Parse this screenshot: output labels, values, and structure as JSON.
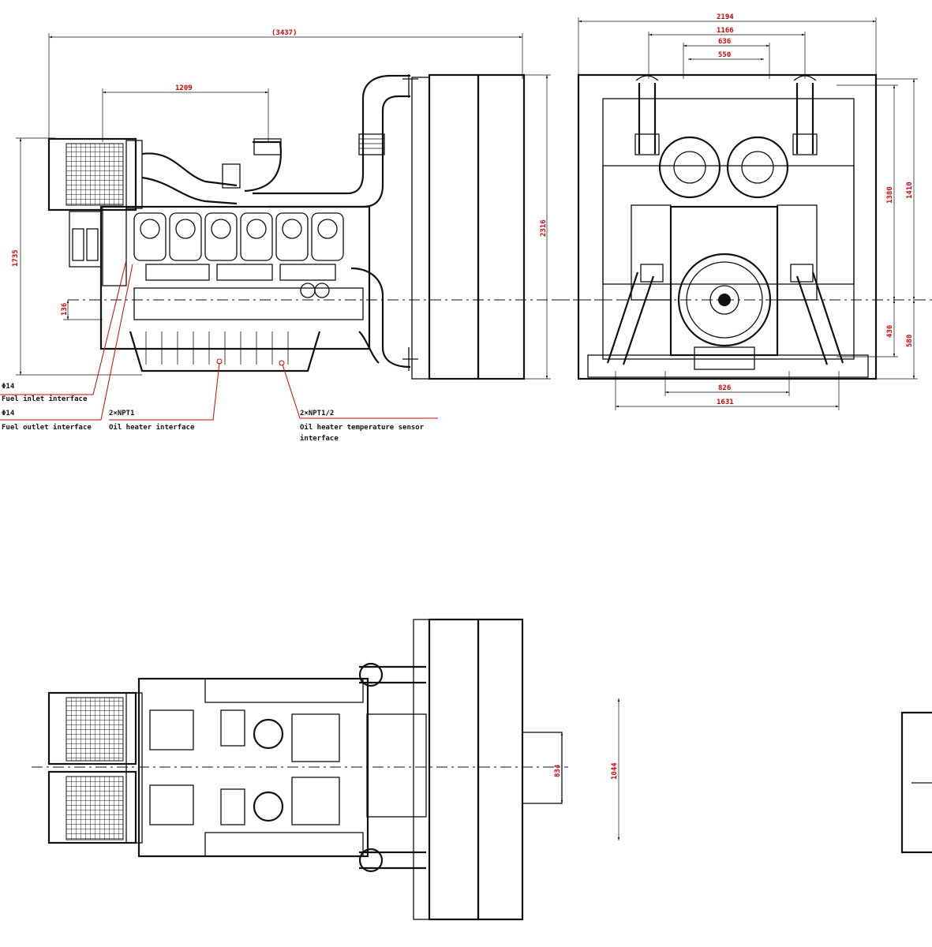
{
  "dimensions": {
    "side_length": "(3437)",
    "side_inner": "1209",
    "side_height": "1735",
    "side_height2": "2316",
    "side_low": "136",
    "front_width": "2194",
    "front_w1": "1166",
    "front_w2": "636",
    "front_w3": "550",
    "front_h1": "1380",
    "front_h2": "1410",
    "front_h3": "436",
    "front_h4": "580",
    "front_base1": "826",
    "front_base2": "1631",
    "top_w1": "834",
    "top_w2": "1044"
  },
  "callouts": {
    "fuel_inlet_size": "Φ14",
    "fuel_inlet": "Fuel inlet interface",
    "fuel_outlet_size": "Φ14",
    "fuel_outlet": "Fuel outlet interface",
    "oil_heater_size": "2×NPT1",
    "oil_heater": "Oil heater interface",
    "oil_sensor_size": "2×NPT1/2",
    "oil_sensor_line1": "Oil heater temperature sensor",
    "oil_sensor_line2": "interface"
  }
}
